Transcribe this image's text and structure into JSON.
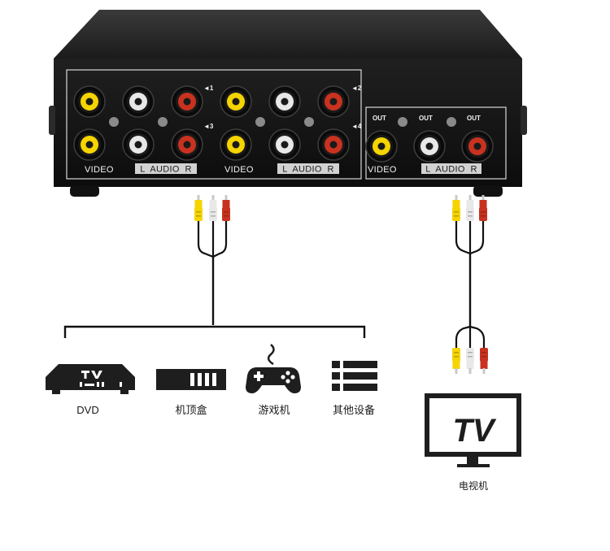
{
  "switch_box": {
    "input_numbers": [
      "◄1",
      "◄2",
      "◄3",
      "◄4"
    ],
    "video_label": "VIDEO",
    "audio_label": "L  AUDIO  R",
    "out_label": "OUT",
    "colors": {
      "yellow": "#f5d400",
      "white": "#e8e8e8",
      "red": "#c8321f",
      "body": "#161616"
    }
  },
  "devices": [
    {
      "label": "DVD",
      "icon": "dvd-tv-box-icon"
    },
    {
      "label": "机顶盒",
      "icon": "set-top-box-icon"
    },
    {
      "label": "游戏机",
      "icon": "game-controller-icon"
    },
    {
      "label": "其他设备",
      "icon": "list-icon"
    }
  ],
  "tv": {
    "screen_text": "TV",
    "label": "电视机",
    "icon": "tv-monitor-icon"
  }
}
